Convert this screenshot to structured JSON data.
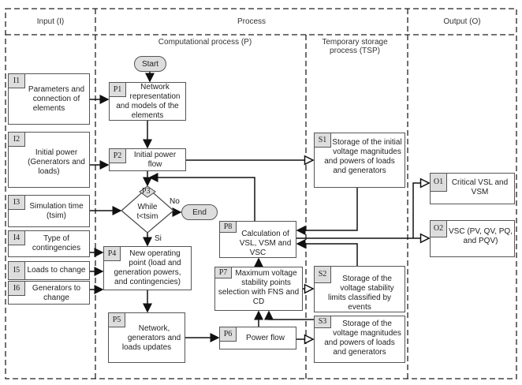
{
  "headers": {
    "input": "Input (I)",
    "process": "Process",
    "output": "Output (O)",
    "computational": "Computational process (P)",
    "temporary": "Temporary storage process (TSP)"
  },
  "start": "Start",
  "end": "End",
  "decision": {
    "tag": "P3",
    "text": "While t<tsim",
    "no": "No",
    "yes": "Si"
  },
  "inputs": [
    {
      "tag": "I1",
      "text": "Parameters and connection of elements"
    },
    {
      "tag": "I2",
      "text": "Initial power (Generators and loads)"
    },
    {
      "tag": "I3",
      "text": "Simulation time (tsim)"
    },
    {
      "tag": "I4",
      "text": "Type of contingencies"
    },
    {
      "tag": "I5",
      "text": "Loads to change"
    },
    {
      "tag": "I6",
      "text": "Generators to change"
    }
  ],
  "processes": [
    {
      "tag": "P1",
      "text": "Network representation and models of the elements"
    },
    {
      "tag": "P2",
      "text": "Initial power flow"
    },
    {
      "tag": "P4",
      "text": "New operating point (load and generation powers, and contingencies)"
    },
    {
      "tag": "P5",
      "text": "Network, generators and loads updates"
    },
    {
      "tag": "P6",
      "text": "Power flow"
    },
    {
      "tag": "P7",
      "text": "Maximum voltage stability points selection with FNS and CD"
    },
    {
      "tag": "P8",
      "text": "Calculation of VSL, VSM and VSC"
    }
  ],
  "storages": [
    {
      "tag": "S1",
      "text": "Storage of the initial voltage magnitudes and powers of loads and generators"
    },
    {
      "tag": "S2",
      "text": "Storage of the voltage stability limits classified by events"
    },
    {
      "tag": "S3",
      "text": "Storage of the voltage magnitudes and powers of loads and generators"
    }
  ],
  "outputs": [
    {
      "tag": "O1",
      "text": "Critical VSL and VSM"
    },
    {
      "tag": "O2",
      "text": "VSC (PV, QV, PQ, and PQV)"
    }
  ]
}
